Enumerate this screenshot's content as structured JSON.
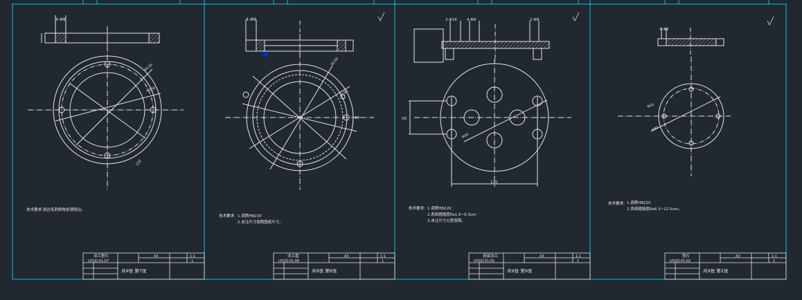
{
  "colors": {
    "background": "#212830",
    "frame": "#00c8d8",
    "line": "#e6e6e6",
    "dim": "#e6e6e6",
    "title_text": "#e6e6e6"
  },
  "sheets": [
    {
      "note_label": "技术要求:",
      "notes": [
        "锐边毛刺倒角处理锐边。"
      ],
      "title_block": {
        "part_name": "法兰垫片",
        "drawing_no": "LYQZJ-01-07",
        "scale": "1:1",
        "qty": "1",
        "material_code": "A3",
        "sheet_info": "共9张 第7张"
      },
      "dims": [
        "4-Φ8",
        "Φ130",
        "Φ100",
        "120"
      ]
    },
    {
      "note_label": "技术要求:",
      "notes": [
        "1.调质HB230",
        "2.未注尺寸按照图纸尺寸。"
      ],
      "title_block": {
        "part_name": "法兰盘",
        "drawing_no": "LYQZJ-01-06",
        "scale": "1:1",
        "qty": "1",
        "material_code": "A3",
        "sheet_info": "共9张 第8张"
      },
      "dims": [
        "4-Φ8",
        "Φ8",
        "Φ150",
        "Φ180"
      ]
    },
    {
      "note_label": "技术要求:",
      "notes": [
        "1.调质HB220",
        "2.表面粗糙度Ra1.6~6.3um",
        "3.未注尺寸公差按照。"
      ],
      "title_block": {
        "part_name": "连接法兰",
        "drawing_no": "LYQZJ-01-05",
        "scale": "1:1",
        "qty": "1",
        "material_code": "A3",
        "sheet_info": "共9张 第9张"
      },
      "dims": [
        "2-Φ16",
        "4-Φ8",
        "2-Φ8",
        "120",
        "58",
        "Φ90"
      ]
    },
    {
      "note_label": "技术要求:",
      "notes": [
        "1.调质HB220",
        "2.表面粗糙度Ra6.3~12.5um。"
      ],
      "title_block": {
        "part_name": "垫片",
        "drawing_no": "LYQZJ-01-02",
        "scale": "1:1",
        "qty": "1",
        "material_code": "A3",
        "sheet_info": "共9张 第2张"
      },
      "dims": [
        "4-Φ8",
        "Φ20",
        "Φ80"
      ]
    }
  ]
}
